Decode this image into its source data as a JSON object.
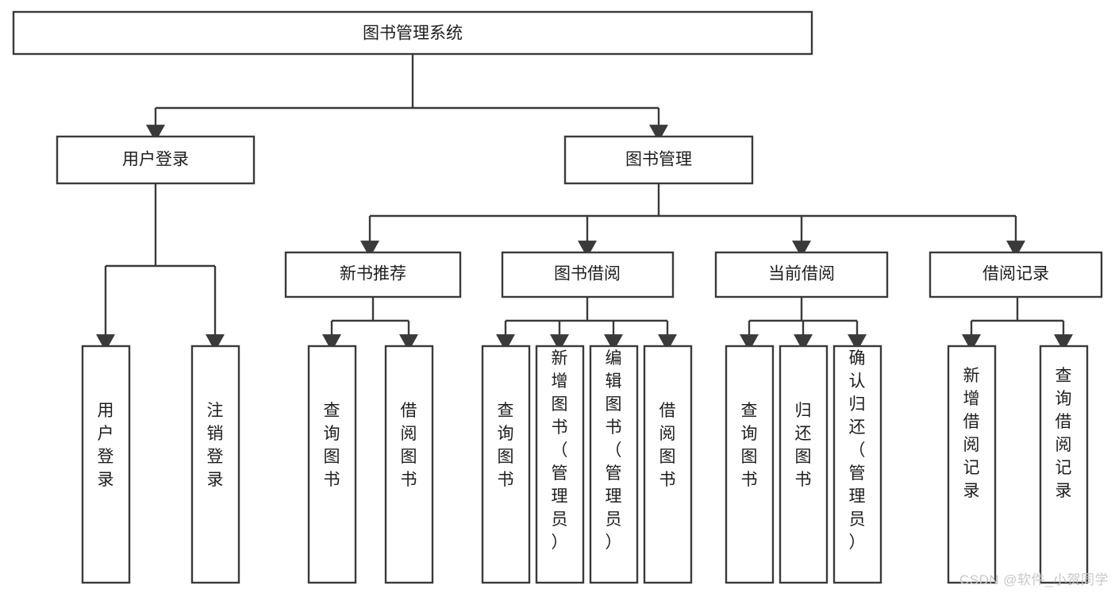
{
  "diagram": {
    "title": "图书管理系统",
    "type": "tree-hierarchy",
    "watermark": "CSDN @软件_小贺同学",
    "colors": {
      "stroke": "#3a3a3a",
      "box_fill": "#ffffff",
      "text": "#1d1d1d",
      "background": "#ffffff",
      "watermark": "#c8c8c8"
    },
    "root": {
      "label": "图书管理系统",
      "orientation": "horizontal"
    },
    "level2": [
      {
        "label": "用户登录",
        "orientation": "horizontal"
      },
      {
        "label": "图书管理",
        "orientation": "horizontal"
      }
    ],
    "level3": [
      {
        "label": "新书推荐",
        "orientation": "horizontal",
        "parent": "图书管理"
      },
      {
        "label": "图书借阅",
        "orientation": "horizontal",
        "parent": "图书管理"
      },
      {
        "label": "当前借阅",
        "orientation": "horizontal",
        "parent": "图书管理"
      },
      {
        "label": "借阅记录",
        "orientation": "horizontal",
        "parent": "图书管理"
      }
    ],
    "leaves": {
      "用户登录": [
        {
          "label": "用户登录",
          "orientation": "vertical"
        },
        {
          "label": "注销登录",
          "orientation": "vertical"
        }
      ],
      "新书推荐": [
        {
          "label": "查询图书",
          "orientation": "vertical"
        },
        {
          "label": "借阅图书",
          "orientation": "vertical"
        }
      ],
      "图书借阅": [
        {
          "label": "查询图书",
          "orientation": "vertical"
        },
        {
          "label": "新增图书（管理员）",
          "orientation": "vertical"
        },
        {
          "label": "编辑图书（管理员）",
          "orientation": "vertical"
        },
        {
          "label": "借阅图书",
          "orientation": "vertical"
        }
      ],
      "当前借阅": [
        {
          "label": "查询图书",
          "orientation": "vertical"
        },
        {
          "label": "归还图书",
          "orientation": "vertical"
        },
        {
          "label": "确认归还（管理员）",
          "orientation": "vertical"
        }
      ],
      "借阅记录": [
        {
          "label": "新增借阅记录",
          "orientation": "vertical"
        },
        {
          "label": "查询借阅记录",
          "orientation": "vertical"
        }
      ]
    }
  }
}
